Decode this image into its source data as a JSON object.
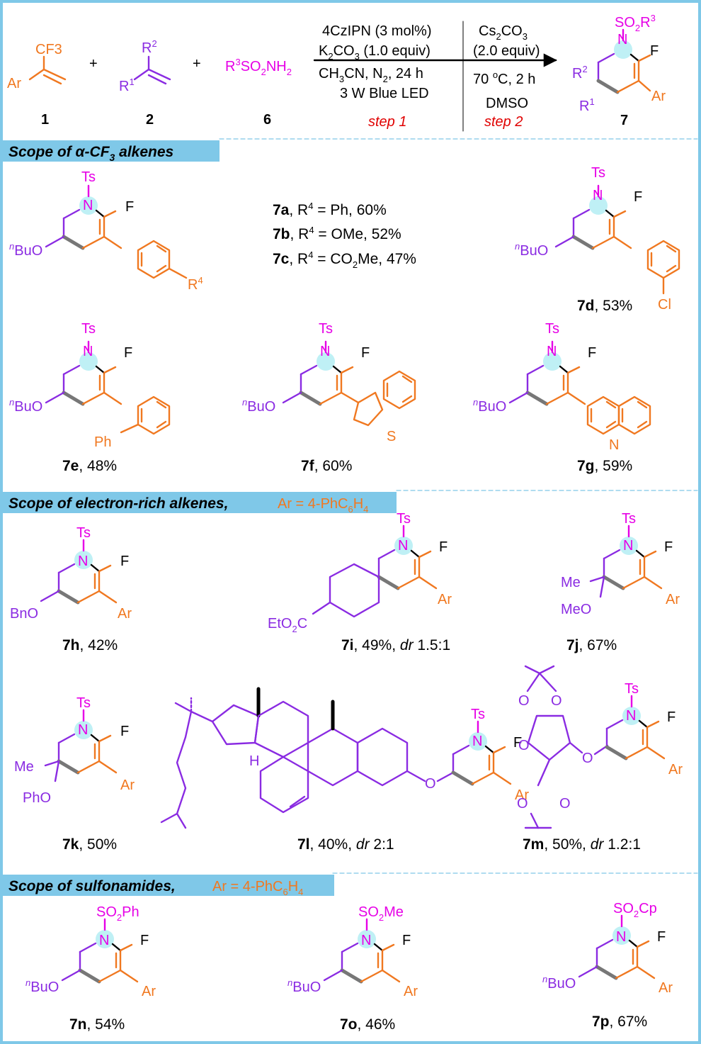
{
  "reagents": {
    "r1": "4CzIPN (3 mol%)",
    "r2": "K2CO3 (1.0 equiv)",
    "r3": "CH3CN, N2, 24 h",
    "r4": "3 W Blue LED",
    "step1": "step 1",
    "s1": "Cs2CO3",
    "s2": "(2.0 equiv)",
    "s3": "70 oC, 2 h",
    "s4": "DMSO",
    "step2": "step 2"
  },
  "compounds": {
    "c1": "1",
    "c2": "2",
    "c6": "6",
    "c7": "7",
    "r3so2nh2": "R3SO2NH2",
    "cf3": "CF3",
    "ar": "Ar",
    "plus": "+"
  },
  "sections": {
    "s1": "Scope of α-CF3 alkenes",
    "s2": "Scope of  electron-rich alkenes,",
    "s2b": "Ar = 4-PhC6H4",
    "s3": "Scope of sulfonamides,",
    "s3b": "Ar = 4-PhC6H4"
  },
  "entries": [
    {
      "id": "7a",
      "text": ", R4 = Ph, 60%"
    },
    {
      "id": "7b",
      "text": ", R4 = OMe, 52%"
    },
    {
      "id": "7c",
      "text": ", R4 = CO2Me, 47%"
    },
    {
      "id": "7d",
      "text": ", 53%"
    },
    {
      "id": "7e",
      "text": ", 48%"
    },
    {
      "id": "7f",
      "text": ", 60%"
    },
    {
      "id": "7g",
      "text": ", 59%"
    },
    {
      "id": "7h",
      "text": ", 42%"
    },
    {
      "id": "7i",
      "text": ", 49%, dr 1.5:1"
    },
    {
      "id": "7j",
      "text": ", 67%"
    },
    {
      "id": "7k",
      "text": ", 50%"
    },
    {
      "id": "7l",
      "text": ", 40%, dr 2:1"
    },
    {
      "id": "7m",
      "text": ", 50%, dr 1.2:1"
    },
    {
      "id": "7n",
      "text": ", 54%"
    },
    {
      "id": "7o",
      "text": ", 46%"
    },
    {
      "id": "7p",
      "text": ", 67%"
    }
  ],
  "atoms": {
    "N": "N",
    "F": "F",
    "Ts": "Ts",
    "nBuO": "BuO",
    "n": "n",
    "BnO": "BnO",
    "EtO2C": "EtO2C",
    "Me": "Me",
    "MeO": "MeO",
    "PhO": "PhO",
    "O": "O",
    "H": "H",
    "Cl": "Cl",
    "Ph": "Ph",
    "S": "S",
    "SO2Ph": "SO2Ph",
    "SO2Me": "SO2Me",
    "SO2Cp": "SO2Cp",
    "SO2R3": "SO2R3",
    "R1": "R1",
    "R2": "R2",
    "R4": "R4"
  },
  "colors": {
    "border": "#7fc8e8",
    "header_bg": "#7fc8e8",
    "purple": "#8a2be2",
    "orange": "#f07820",
    "pink": "#e600e6",
    "red": "#e00000"
  }
}
